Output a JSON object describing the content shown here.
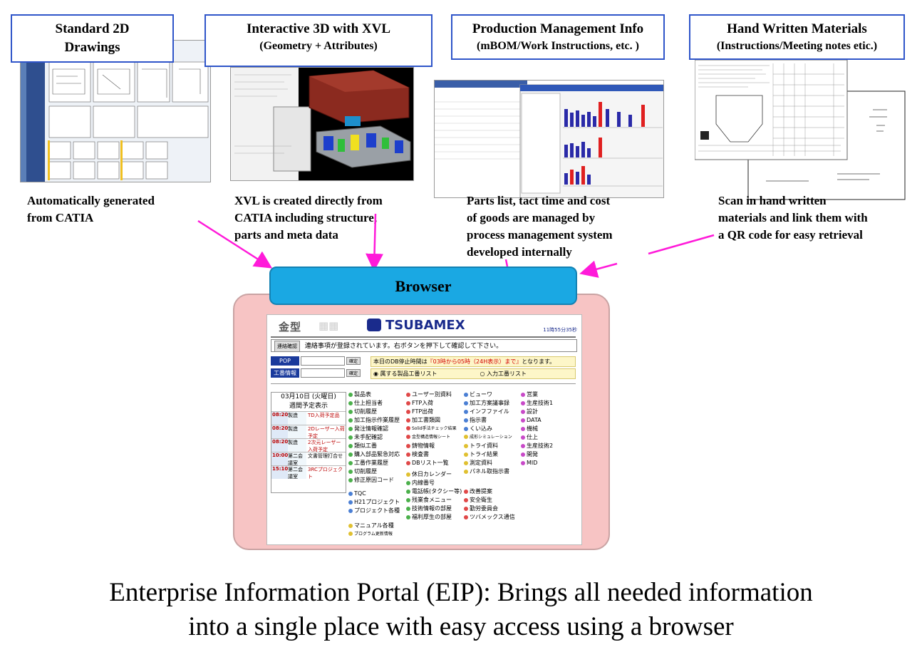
{
  "labels": {
    "l2d": {
      "line1": "Standard 2D",
      "line2": "Drawings"
    },
    "l3d": {
      "line1": "Interactive 3D with XVL",
      "line2": "(Geometry + Attributes)"
    },
    "lprod": {
      "line1": "Production Management Info",
      "line2": "(mBOM/Work Instructions, etc. )"
    },
    "lhand": {
      "line1": "Hand Written Materials",
      "line2": "(Instructions/Meeting notes etic.)"
    }
  },
  "descriptions": {
    "d2d": [
      "Automatically generated",
      "from CATIA"
    ],
    "d3d": [
      "XVL is created directly from",
      "CATIA including structure,",
      "parts and meta data"
    ],
    "dprod": [
      "Parts list, tact time and cost",
      "of goods are managed by",
      "process management system",
      "developed internally"
    ],
    "dhand": [
      "Scan in hand written",
      "materials and link them with",
      "a QR code for easy retrieval"
    ]
  },
  "browser": {
    "tab_label": "Browser",
    "portal": {
      "kanagata": "金型",
      "logo": "TSUBAMEX",
      "clock": "11時55分35秒",
      "notice_btn": "連絡確認",
      "notice": "連絡事項が登録されています。右ボタンを押下して確認して下さい。",
      "pop_tag": "POP",
      "kotei_tag": "工番情報",
      "confirm_btn": "確定",
      "db_msg_a": "本日のDB停止時間は",
      "db_msg_red": "『03時から05時（24H表示）まで』",
      "db_msg_b": "となります。",
      "radio1": "◉ 属する製品工番リスト",
      "radio2": "○ 入力工番リスト",
      "cal_date": "03月10日 (火曜日)",
      "cal_title": "週間予定表示",
      "schedule": [
        {
          "time": "08:20",
          "place": "製造",
          "event": "TD入荷予定品"
        },
        {
          "time": "08:20",
          "place": "製造",
          "event": "2Dレーザー入荷予定"
        },
        {
          "time": "08:20",
          "place": "製造",
          "event": "2次元レーザー入荷予定"
        },
        {
          "time": "10:00",
          "place": "第二会議室",
          "event": "文書管理打合せ"
        },
        {
          "time": "15:10",
          "place": "第二会議室",
          "event": "3RCプロジェクト"
        }
      ],
      "col1": [
        "製品表",
        "仕上担当者",
        "切削履歴",
        "加工指示作業履歴",
        "発注情報確認",
        "未手配確認",
        "類似工番",
        "購入部品緊急対応",
        "工番作業履歴",
        "切削履歴",
        "修正原因コード"
      ],
      "col2": [
        "ユーザー別資料",
        "FTP入荷",
        "FTP出荷",
        "加工書類図",
        "Solid手法チェック結果",
        "金型構造情報シート",
        "鋳物情報",
        "検査書",
        "DBリスト一覧"
      ],
      "col3": [
        "ビューワ",
        "加工方案議事録",
        "インフファイル",
        "指示書",
        "くい込み",
        "成形シミュレーション",
        "トライ資料",
        "トライ結果",
        "測定資料",
        "パネル取指示書"
      ],
      "col4": [
        "営業",
        "生産技術1",
        "設計",
        "DATA",
        "機械",
        "仕上",
        "生産技術2",
        "開発",
        "MID"
      ],
      "col5": [
        "休日カレンダー",
        "内線番号",
        "電話帳(タクシー等)",
        "残業食メニュー",
        "技術情報の部屋",
        "福利厚生の部屋"
      ],
      "col6": [
        "改善提案",
        "安全衛生",
        "勤労委員会",
        "ツバメックス通信"
      ],
      "col7": [
        "TQC",
        "H21プロジェクト",
        "プロジェクト各種"
      ],
      "col8": [
        "マニュアル各種",
        "プログラム更新情報"
      ]
    }
  },
  "caption": {
    "line1": "Enterprise Information Portal (EIP): Brings all needed information",
    "line2": "into a single place with easy access using a browser"
  },
  "colors": {
    "label_border": "#2f55c9",
    "browser_tab": "#1aa8e3",
    "browser_body": "#f7c4c4",
    "arrow": "#ff1ad9"
  }
}
